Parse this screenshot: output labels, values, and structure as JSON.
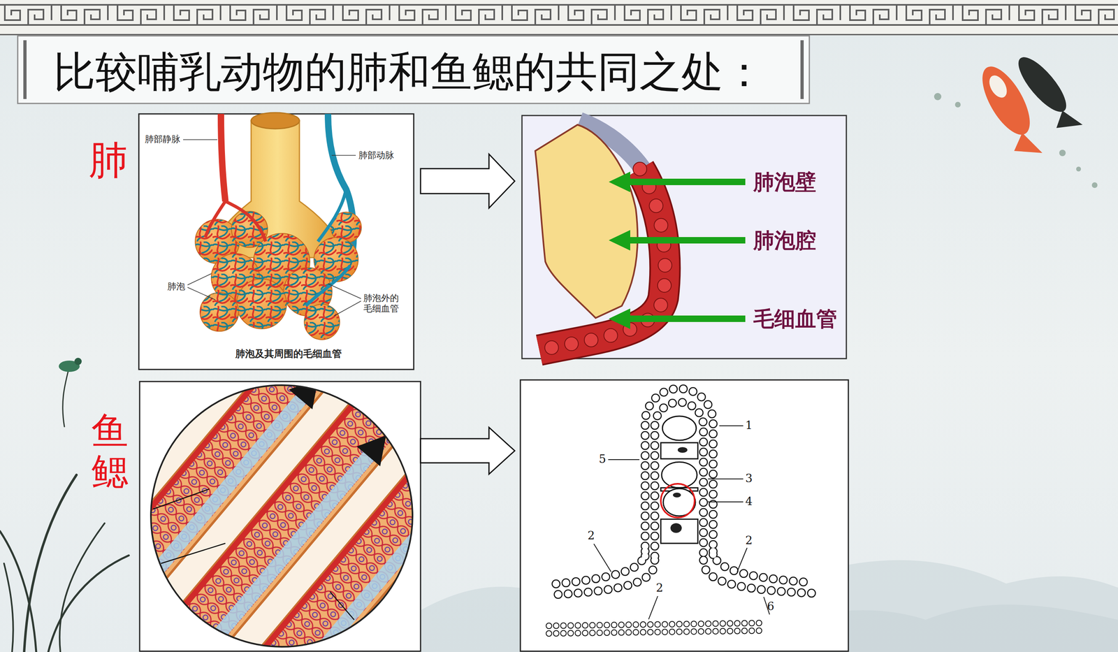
{
  "diagram": {
    "title": "比较哺乳动物的肺和鱼鳃的共同之处：",
    "labels": [
      "肺",
      "鱼鳃",
      "肺部静脉",
      "肺部动脉",
      "肺泡",
      "肺泡外的 毛细血管",
      "肺泡及其周围的毛细血管",
      "肺泡壁",
      "肺泡腔",
      "毛细血管",
      "1",
      "5",
      "3",
      "4",
      "2",
      "2",
      "2",
      "6"
    ]
  }
}
